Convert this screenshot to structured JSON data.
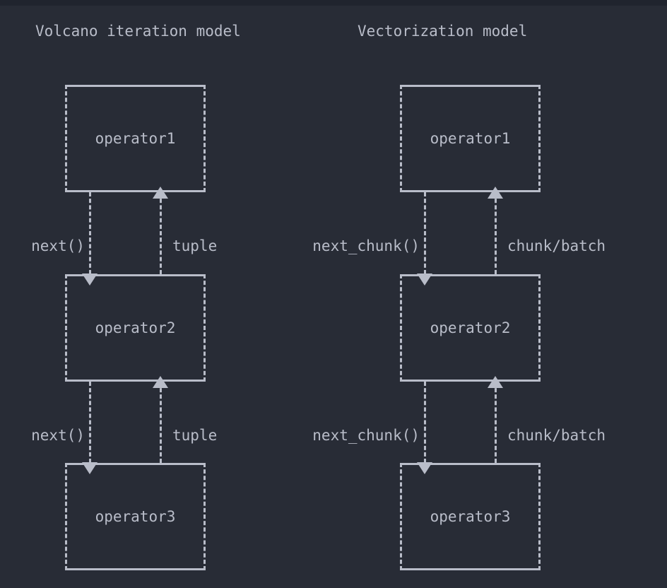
{
  "theme": {
    "background": "#282c36",
    "topbar": "#20242e",
    "stroke": "#b9bdc9",
    "text": "#b9bdc9"
  },
  "diagrams": [
    {
      "id": "volcano",
      "title": "Volcano iteration model",
      "nodes": [
        {
          "id": "op1",
          "label": "operator1"
        },
        {
          "id": "op2",
          "label": "operator2"
        },
        {
          "id": "op3",
          "label": "operator3"
        }
      ],
      "edges": [
        {
          "from": "op1",
          "to": "op2",
          "call": "next()",
          "payload": "tuple"
        },
        {
          "from": "op2",
          "to": "op3",
          "call": "next()",
          "payload": "tuple"
        }
      ]
    },
    {
      "id": "vectorization",
      "title": "Vectorization model",
      "nodes": [
        {
          "id": "op1",
          "label": "operator1"
        },
        {
          "id": "op2",
          "label": "operator2"
        },
        {
          "id": "op3",
          "label": "operator3"
        }
      ],
      "edges": [
        {
          "from": "op1",
          "to": "op2",
          "call": "next_chunk()",
          "payload": "chunk/batch"
        },
        {
          "from": "op2",
          "to": "op3",
          "call": "next_chunk()",
          "payload": "chunk/batch"
        }
      ]
    }
  ]
}
